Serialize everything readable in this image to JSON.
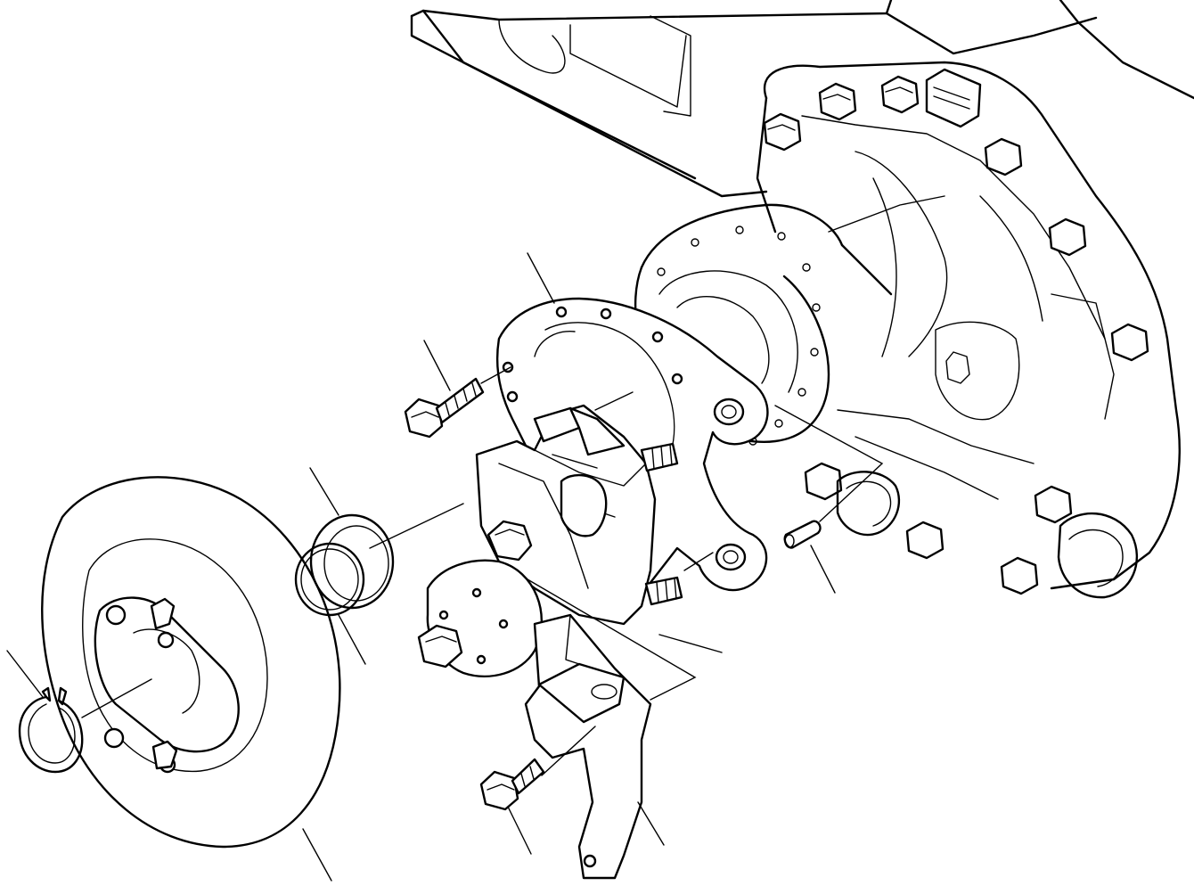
{
  "diagram": {
    "type": "exploded-parts-view",
    "parts": [
      {
        "id": "axle-housing",
        "icon": "axle-housing-icon"
      },
      {
        "id": "brake-disc",
        "icon": "brake-disc-icon"
      },
      {
        "id": "snap-ring",
        "icon": "snap-ring-icon"
      },
      {
        "id": "o-ring",
        "icon": "o-ring-icon"
      },
      {
        "id": "thrust-washer",
        "icon": "washer-icon"
      },
      {
        "id": "brake-caliper",
        "icon": "caliper-icon"
      },
      {
        "id": "caliper-bracket",
        "icon": "bracket-icon"
      },
      {
        "id": "mounting-bolt-upper",
        "icon": "bolt-icon"
      },
      {
        "id": "mounting-bolt-lower",
        "icon": "bolt-icon"
      },
      {
        "id": "lever-plate",
        "icon": "lever-plate-icon"
      },
      {
        "id": "dowel-pin",
        "icon": "pin-icon"
      }
    ],
    "callout_labels": [],
    "line_color": "#000000",
    "background_color": "#ffffff"
  }
}
